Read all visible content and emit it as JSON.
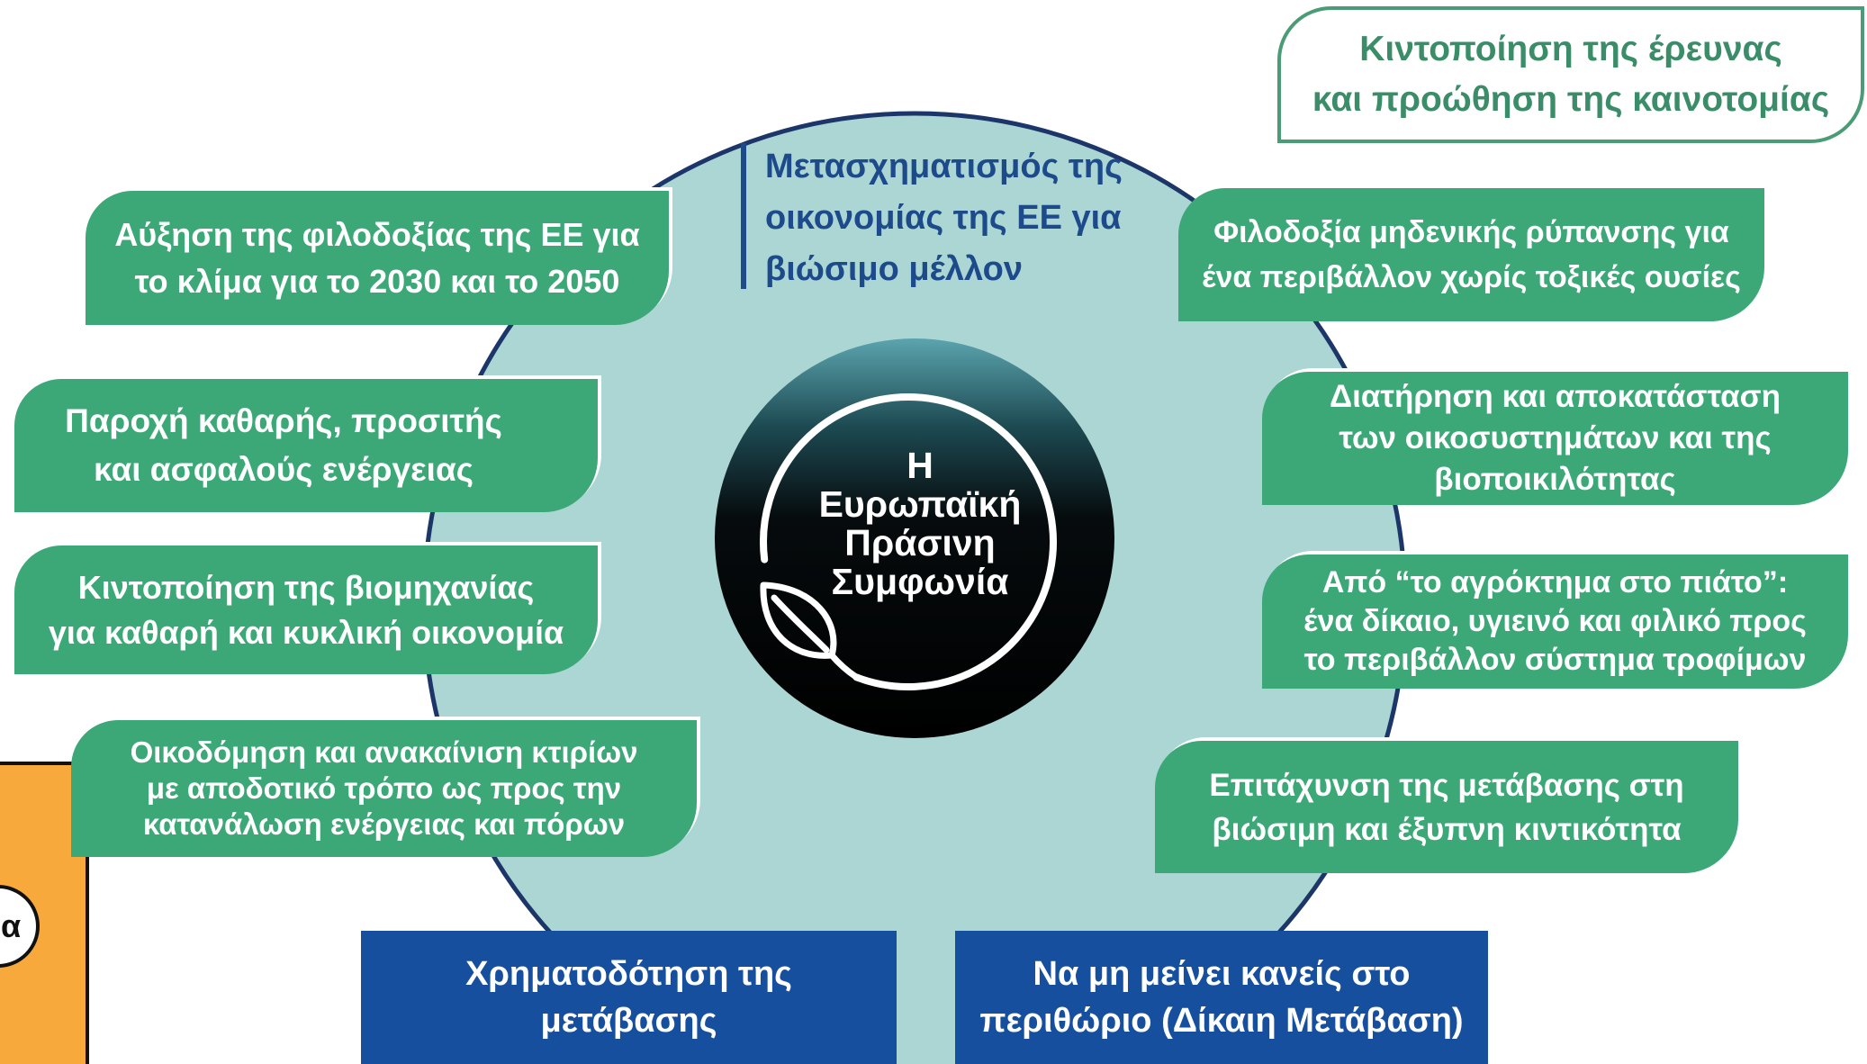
{
  "colors": {
    "green": "#3ca877",
    "blue": "#154f9e",
    "navy": "#1d3669",
    "teal": "#abd6d3",
    "orange": "#f8a93c",
    "heading": "#1c4a8a",
    "outline": "#4a9c76",
    "outline_text": "#3b8d69"
  },
  "center": {
    "icon": "leaf-icon",
    "title_lines": [
      "Η",
      "Ευρωπαϊκή",
      "Πράσινη",
      "Συμφωνία"
    ]
  },
  "heading": {
    "lines": [
      "Μετασχηματισμός της",
      "οικονομίας της ΕΕ για",
      "βιώσιμο μέλλον"
    ]
  },
  "top_right_box": {
    "lines": [
      "Κιντοποίηση της έρευνας",
      "και προώθηση της καινοτομίας"
    ]
  },
  "left_boxes": [
    {
      "lines": [
        "Αύξηση της φιλοδοξίας της ΕΕ για",
        "το κλίμα για το 2030 και το 2050"
      ]
    },
    {
      "lines": [
        "Παροχή καθαρής, προσιτής",
        "και ασφαλούς ενέργειας"
      ]
    },
    {
      "lines": [
        "Κιντοποίηση της βιομηχανίας",
        "για καθαρή και κυκλική οικονομία"
      ]
    },
    {
      "lines": [
        "Οικοδόμηση και ανακαίνιση κτιρίων",
        "με αποδοτικό τρόπο ως προς την",
        "κατανάλωση ενέργειας και πόρων"
      ]
    }
  ],
  "right_boxes": [
    {
      "lines": [
        "Φιλοδοξία μηδενικής ρύπανσης για",
        "ένα περιβάλλον χωρίς τοξικές ουσίες"
      ]
    },
    {
      "lines": [
        "Διατήρηση και αποκατάσταση",
        "των οικοσυστημάτων και της",
        "βιοποικιλότητας"
      ]
    },
    {
      "lines": [
        "Από “το αγρόκτημα στο πιάτο”:",
        "ένα δίκαιο, υγιεινό και φιλικό προς",
        "το περιβάλλον σύστημα τροφίμων"
      ]
    },
    {
      "lines": [
        "Επιτάχυνση της μετάβασης στη",
        "βιώσιμη και έξυπνη κιντικότητα"
      ]
    }
  ],
  "bottom_boxes": [
    {
      "lines": [
        "Χρηματοδότηση της",
        "μετάβασης"
      ]
    },
    {
      "lines": [
        "Να μη μείνει κανείς στο",
        "περιθώριο (Δίκαιη Μετάβαση)"
      ]
    }
  ],
  "side_panel": {
    "circle_text": "α"
  }
}
